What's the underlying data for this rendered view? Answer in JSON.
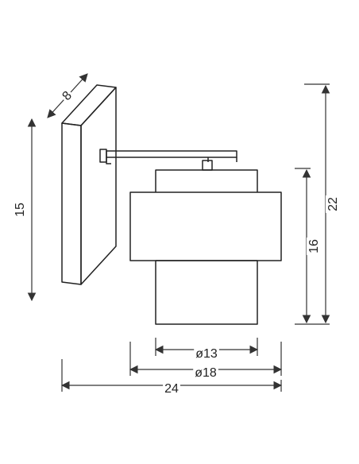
{
  "diagram": {
    "colors": {
      "stroke": "#222222",
      "dim": "#333333",
      "background": "#ffffff"
    },
    "labels": {
      "depth": "8",
      "plate_height": "15",
      "total_height": "22",
      "shade_height": "16",
      "inner_diameter": "ø13",
      "outer_diameter": "ø18",
      "total_width": "24"
    }
  }
}
